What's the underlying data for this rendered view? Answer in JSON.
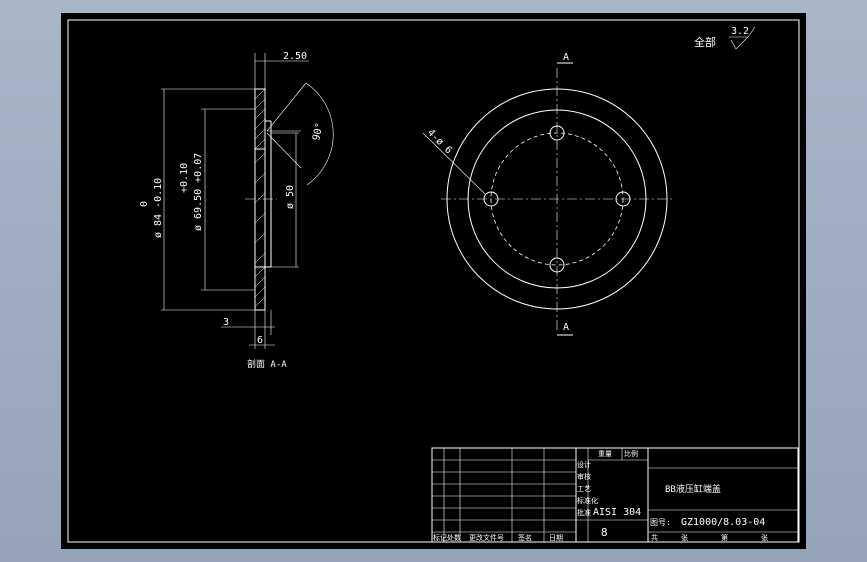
{
  "finish": {
    "label": "全部",
    "roughness": "3.2"
  },
  "section_view": {
    "dims": {
      "thickness_top": "2.50",
      "angle": "90°",
      "outer_dia_tol_upper": "0",
      "outer_dia": "ø 84 -0.10",
      "mid_dia_tol_upper": "+0.10",
      "mid_dia": "ø 69.50 +0.07",
      "inner_dia": "ø 50",
      "step_left": "3",
      "thickness_bottom": "6"
    },
    "caption": "剖面 A-A"
  },
  "plan_view": {
    "section_mark_top": "A",
    "section_mark_bottom": "A",
    "holes_label": "4-ø 6"
  },
  "title_block": {
    "part_name": "BB液压缸端盖",
    "material": "AISI 304",
    "quantity": "8",
    "drawing_no_label": "图号:",
    "drawing_no": "GZ1000/8.03-04",
    "col_headers": [
      "标记",
      "处数",
      "更改文件号",
      "签名",
      "日期"
    ],
    "row_labels": [
      "设计",
      "审核",
      "工艺",
      "标准化",
      "批准"
    ],
    "small_headers": [
      "重量",
      "比例"
    ],
    "bottom_row": [
      "共",
      "张",
      "第",
      "张"
    ]
  }
}
